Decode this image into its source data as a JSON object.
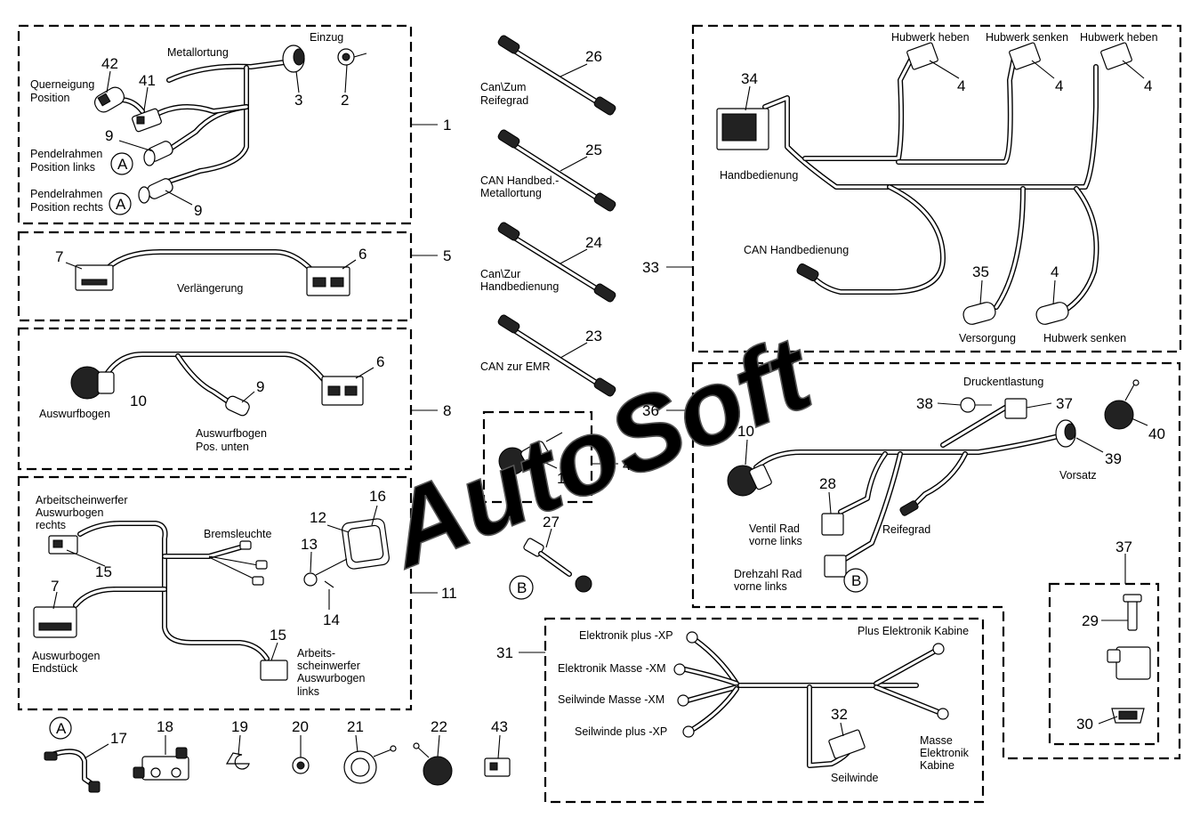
{
  "watermark": "AutoSoft",
  "refs": {
    "n1": "1",
    "n2": "2",
    "n3": "3",
    "n4": "4",
    "n5": "5",
    "n6": "6",
    "n7": "7",
    "n8": "8",
    "n9": "9",
    "n10": "10",
    "n11": "11",
    "n12": "12",
    "n13": "13",
    "n14": "14",
    "n15": "15",
    "n16": "16",
    "n17": "17",
    "n18": "18",
    "n19": "19",
    "n20": "20",
    "n21": "21",
    "n22": "22",
    "n23": "23",
    "n24": "24",
    "n25": "25",
    "n26": "26",
    "n27": "27",
    "n28": "28",
    "n29": "29",
    "n30": "30",
    "n31": "31",
    "n32": "32",
    "n33": "33",
    "n34": "34",
    "n35": "35",
    "n36": "36",
    "n37": "37",
    "n38": "38",
    "n39": "39",
    "n40": "40",
    "n41": "41",
    "n42": "42",
    "n43": "43",
    "n44": "44",
    "circA": "A",
    "circB": "B"
  },
  "labels": {
    "metallortung": "Metallortung",
    "einzug": "Einzug",
    "querneigung_1": "Querneigung",
    "querneigung_2": "Position",
    "pendel_links_1": "Pendelrahmen",
    "pendel_links_2": "Position links",
    "pendel_rechts_1": "Pendelrahmen",
    "pendel_rechts_2": "Position rechts",
    "verlaengerung": "Verlängerung",
    "auswurfbogen": "Auswurfbogen",
    "auswurfbogen_unten_1": "Auswurfbogen",
    "auswurfbogen_unten_2": "Pos. unten",
    "aw_rechts_1": "Arbeitscheinwerfer",
    "aw_rechts_2": "Auswurbogen",
    "aw_rechts_3": "rechts",
    "bremsleuchte": "Bremsleuchte",
    "endstueck_1": "Auswurbogen",
    "endstueck_2": "Endstück",
    "aw_links_1": "Arbeits-",
    "aw_links_2": "scheinwerfer",
    "aw_links_3": "Auswurbogen",
    "aw_links_4": "links",
    "can_reifegrad_1": "Can\\Zum",
    "can_reifegrad_2": "Reifegrad",
    "can_handbed_1": "CAN Handbed.-",
    "can_handbed_2": "Metallortung",
    "can_zur_hand_1": "Can\\Zur",
    "can_zur_hand_2": "Handbedienung",
    "can_emr": "CAN zur EMR",
    "hubwerk_heben_1": "Hubwerk heben",
    "hubwerk_senken_1": "Hubwerk senken",
    "hubwerk_heben_2": "Hubwerk heben",
    "handbedienung": "Handbedienung",
    "can_handbedienung": "CAN Handbedienung",
    "versorgung": "Versorgung",
    "hubwerk_senken_2": "Hubwerk senken",
    "druckentlastung": "Druckentlastung",
    "vorsatz": "Vorsatz",
    "ventil_1": "Ventil Rad",
    "ventil_2": "vorne links",
    "reifegrad": "Reifegrad",
    "drehzahl_1": "Drehzahl Rad",
    "drehzahl_2": "vorne links",
    "elek_plus_xp": "Elektronik plus -XP",
    "elek_masse_xm": "Elektronik Masse -XM",
    "seil_masse_xm": "Seilwinde Masse -XM",
    "seil_plus_xp": "Seilwinde plus -XP",
    "plus_elek_kabine": "Plus Elektronik Kabine",
    "masse_1": "Masse",
    "masse_2": "Elektronik",
    "masse_3": "Kabine",
    "seilwinde": "Seilwinde"
  }
}
